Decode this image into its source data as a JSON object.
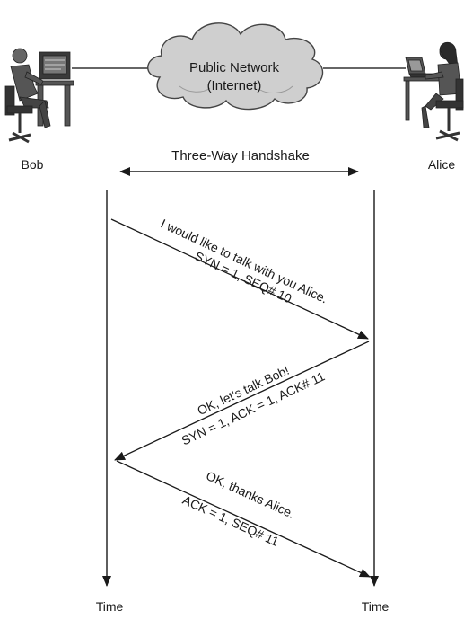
{
  "network": {
    "title_line1": "Public Network",
    "title_line2": "(Internet)"
  },
  "handshake_label": "Three-Way Handshake",
  "participants": {
    "left": "Bob",
    "right": "Alice"
  },
  "timelines": {
    "left": "Time",
    "right": "Time"
  },
  "messages": [
    {
      "line1": "I would like to talk with you Alice.",
      "line2": "SYN = 1, SEQ# 10"
    },
    {
      "line1": "OK, let's talk Bob!",
      "line2": "SYN = 1, ACK = 1, ACK# 11"
    },
    {
      "line1": "OK, thanks Alice.",
      "line2": "ACK = 1, SEQ# 11"
    }
  ],
  "icons": {
    "bob": "person-at-desktop-computer-icon",
    "alice": "person-at-laptop-icon",
    "cloud": "cloud-icon"
  }
}
